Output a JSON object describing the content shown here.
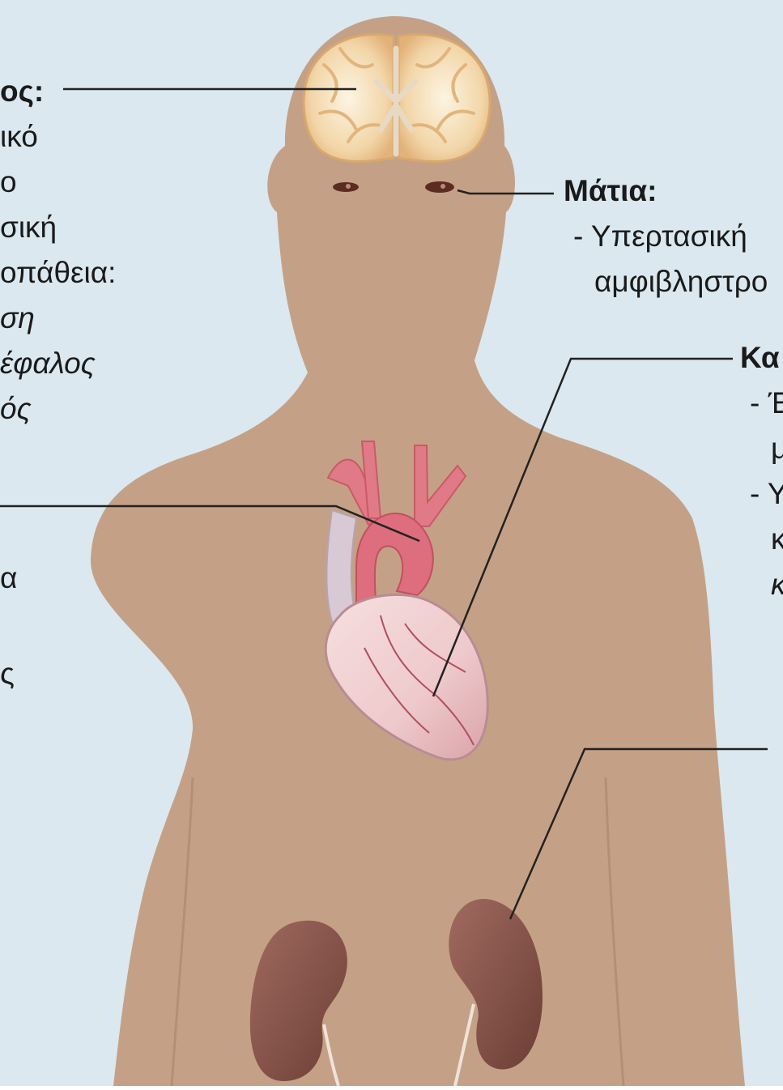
{
  "colors": {
    "background": "#dbe8ef",
    "skin": "#c4a186",
    "leader_line": "#222222"
  },
  "labels": {
    "brain": {
      "heading": "ος:",
      "lines": [
        "ικό",
        "ο",
        "σική",
        "οπάθεια:",
        "ση",
        "έφαλος",
        "ός"
      ]
    },
    "eyes": {
      "heading": "Μάτια:",
      "lines": [
        "- Υπερτασική",
        "αμφιβληστρο"
      ]
    },
    "heart": {
      "heading": "Κα",
      "lines": [
        "- Έ",
        "μ",
        "- Υ",
        "κ",
        "κ"
      ]
    },
    "arteries": {
      "lines": [
        "α",
        "ς"
      ]
    }
  }
}
